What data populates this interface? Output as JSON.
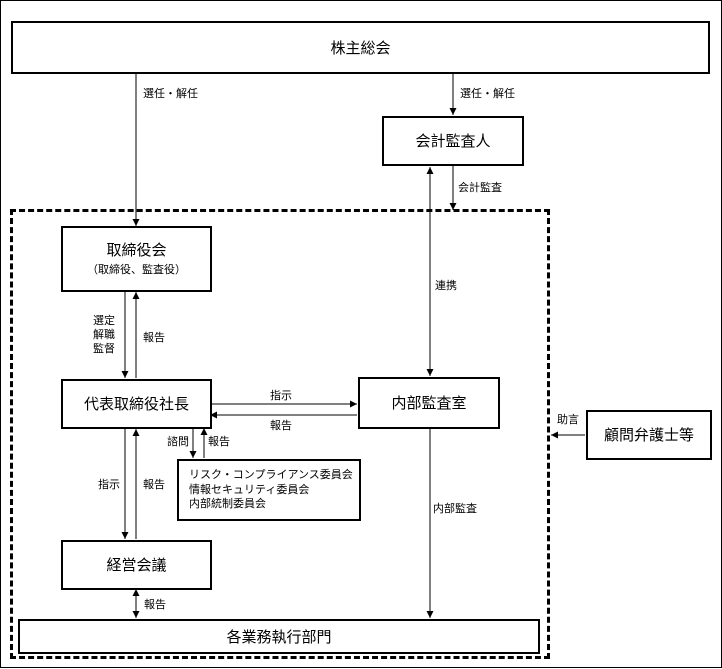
{
  "nodes": {
    "shareholders": "株主総会",
    "auditor": "会計監査人",
    "board_title": "取締役会",
    "board_sub": "（取締役、監査役）",
    "president": "代表取締役社長",
    "internal_audit": "内部監査室",
    "management_meeting": "経営会議",
    "legal_advisors": "顧問弁護士等",
    "departments": "各業務執行部門",
    "committees": [
      "リスク・コンプライアンス委員会",
      "情報セキュリティ委員会",
      "内部統制委員会"
    ]
  },
  "edges": {
    "elect_dismiss_board": "選任・解任",
    "elect_dismiss_auditor": "選任・解任",
    "accounting_audit": "会計監査",
    "cooperation": "連携",
    "board_to_president": [
      "選定",
      "解職",
      "監督"
    ],
    "report_president_to_board": "報告",
    "instruction_to_internal_audit": "指示",
    "report_internal_audit": "報告",
    "consult": "諮問",
    "report_committee": "報告",
    "instruction_to_meeting": "指示",
    "report_meeting": "報告",
    "advice": "助言",
    "internal_audit_flow": "内部監査",
    "report_departments": "報告"
  }
}
